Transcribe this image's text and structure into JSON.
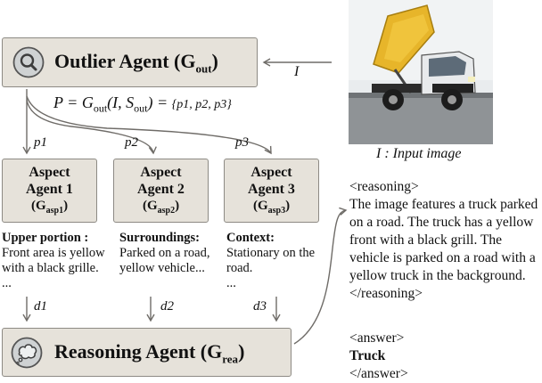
{
  "outlier_agent": {
    "title": "Outlier Agent",
    "symbol": "G",
    "sub": "out"
  },
  "input_arrow_label": "I",
  "image_caption": "I : Input image",
  "formula": {
    "lhs": "P = G",
    "sub1": "out",
    "args": "(I, S",
    "sub2": "out",
    "close": ") =",
    "set": "{p1, p2, p3}"
  },
  "branch_labels": [
    "p1",
    "p2",
    "p3"
  ],
  "aspect_agents": [
    {
      "line1": "Aspect",
      "line2": "Agent 1",
      "sym": "G",
      "sub": "asp1",
      "heading": "Upper portion :",
      "text": "Front area is yellow with a black grille.",
      "ellipsis": "..."
    },
    {
      "line1": "Aspect",
      "line2": "Agent 2",
      "sym": "G",
      "sub": "asp2",
      "heading": "Surroundings:",
      "text": "Parked on a road, yellow vehicle...",
      "ellipsis": "..."
    },
    {
      "line1": "Aspect",
      "line2": "Agent 3",
      "sym": "G",
      "sub": "asp3",
      "heading": "Context:",
      "text": "Stationary on the road.",
      "ellipsis": "..."
    }
  ],
  "down_labels": [
    "d1",
    "d2",
    "d3"
  ],
  "reasoning_agent": {
    "title": "Reasoning Agent",
    "symbol": "G",
    "sub": "rea"
  },
  "output": {
    "reasoning_open": "<reasoning>",
    "reasoning_text": "The image features a truck parked on a road. The truck has a yellow front with a black grill. The vehicle is parked on a road with a yellow truck in the background.",
    "reasoning_close": "</reasoning>",
    "answer_open": "<answer>",
    "answer_value": "Truck",
    "answer_close": "</answer>"
  },
  "colors": {
    "box_fill": "#e6e2da",
    "box_border": "#8d8a84",
    "arrow": "#6f6c68",
    "truck_yellow": "#e7b52a"
  },
  "icons": {
    "outlier": "magnifier-icon",
    "reasoning": "thought-bubble-icon"
  }
}
